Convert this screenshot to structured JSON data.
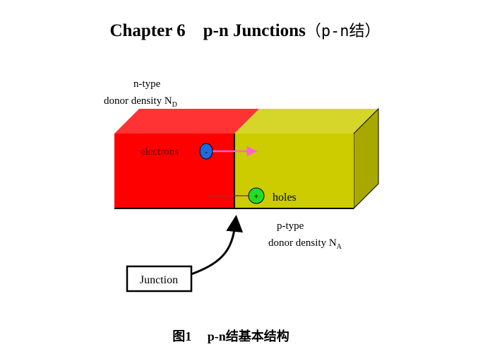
{
  "title": {
    "main": "Chapter 6    p-n Junctions",
    "cn": "（p-n结）"
  },
  "diagram": {
    "n_label": "n-type",
    "n_density": "donor density N",
    "n_sub": "D",
    "p_label": "p-type",
    "p_density": "donor density N",
    "p_sub": "A",
    "electrons": "electrons",
    "electron_sign": "-",
    "holes": "holes",
    "hole_sign": "+",
    "junction": "Junction",
    "colors": {
      "n": "#ff0000",
      "p": "#cccc00",
      "electron": "#1e6be0",
      "hole": "#22dd22",
      "electron_arrow": "#ff66cc"
    }
  },
  "caption": {
    "fig": "图1",
    "text": "p-n结基本结构"
  }
}
